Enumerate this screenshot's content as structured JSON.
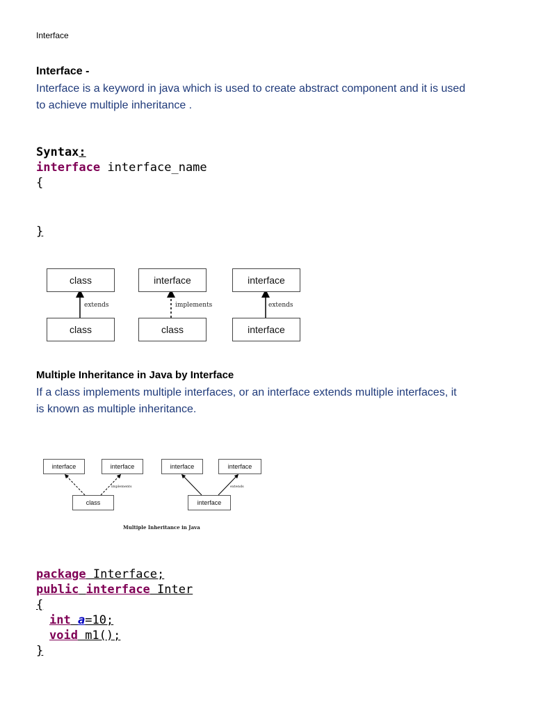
{
  "page": {
    "header": "Interface"
  },
  "section1": {
    "heading": "Interface -",
    "line1": "Interface is a keyword in java which is used to create abstract component and it is used",
    "line2": "to achieve multiple inheritance ."
  },
  "syntax": {
    "label": "Syntax",
    "colon": ":",
    "keyword": "interface",
    "name": " interface_name",
    "open": "{",
    "close": "}"
  },
  "diagram1": {
    "left": {
      "top": "class",
      "bottom": "class",
      "relation": "extends"
    },
    "middle": {
      "top": "interface",
      "bottom": "class",
      "relation": "implements"
    },
    "right": {
      "top": "interface",
      "bottom": "interface",
      "relation": "extends"
    }
  },
  "section2": {
    "heading": "Multiple Inheritance in Java by Interface",
    "line1": "If a class implements multiple interfaces, or an interface extends multiple interfaces, it",
    "line2": "is known as multiple inheritance."
  },
  "diagram2": {
    "left": {
      "top1": "interface",
      "top2": "interface",
      "bottom": "class",
      "relation": "implements"
    },
    "right": {
      "top1": "interface",
      "top2": "interface",
      "bottom": "interface",
      "relation": "extends"
    },
    "caption": "Multiple Inheritance in Java"
  },
  "code": {
    "kw_package": "package",
    "pkg_name": " Interface;",
    "kw_public": "public",
    "kw_interface": "interface",
    "class_name": " Inter",
    "open": "{",
    "kw_int": "int",
    "field": "a",
    "assign": "=10;",
    "kw_void": "void",
    "method": " m1();",
    "close": "}"
  }
}
